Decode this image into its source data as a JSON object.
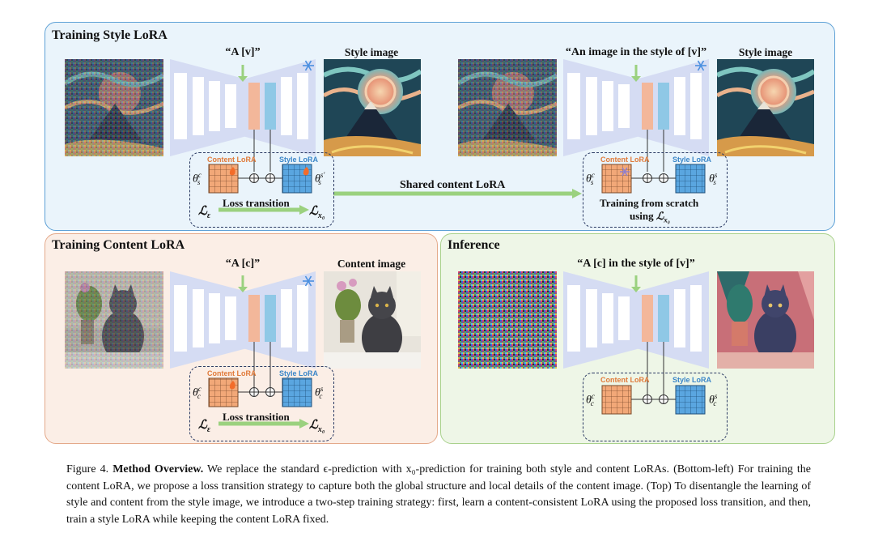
{
  "panels": {
    "style": {
      "title": "Training Style LoRA",
      "bg": "#eaf4fb",
      "border": "#5ea1d6"
    },
    "content": {
      "title": "Training Content LoRA",
      "bg": "#fbeee6",
      "border": "#e4a98a"
    },
    "inference": {
      "title": "Inference",
      "bg": "#eef6e7",
      "border": "#a9d18c"
    }
  },
  "prompts": {
    "style_left": "“A  [v]”",
    "style_right": "“An image in the style of [v]”",
    "content": "“A  [c]”",
    "inference": "“A [c] in the style of [v]”"
  },
  "image_labels": {
    "style_left": "Style image",
    "style_right": "Style image",
    "content": "Content image"
  },
  "lora": {
    "content_label": "Content LoRA",
    "style_label": "Style LoRA",
    "theta_s_c": "θ",
    "loss_transition": "Loss transition",
    "training_scratch_1": "Training from scratch",
    "training_scratch_2": "using"
  },
  "arrows": {
    "shared": "Shared content LoRA"
  },
  "caption": {
    "figure": "Figure 4.",
    "bold": "Method Overview.",
    "text": "We replace the standard ϵ-prediction with x₀-prediction for training both style and content LoRAs. (Bottom-left) For training the content LoRA, we propose a loss transition strategy to capture both the global structure and local details of the content image. (Top) To disentangle the learning of style and content from the style image, we introduce a two-step training strategy: first, learn a content-consistent LoRA using the proposed loss transition, and then, train a style LoRA while keeping the content LoRA fixed."
  },
  "colors": {
    "content_lora": "#f2a878",
    "style_lora": "#5aa6e0",
    "unet": "#d5dcf3",
    "arrow_green": "#9bd17f",
    "orange_bar": "#f3b79a",
    "blue_bar": "#8fc8e6"
  },
  "icons": [
    "snowflake-icon",
    "flame-icon",
    "plus-circle-icon"
  ]
}
